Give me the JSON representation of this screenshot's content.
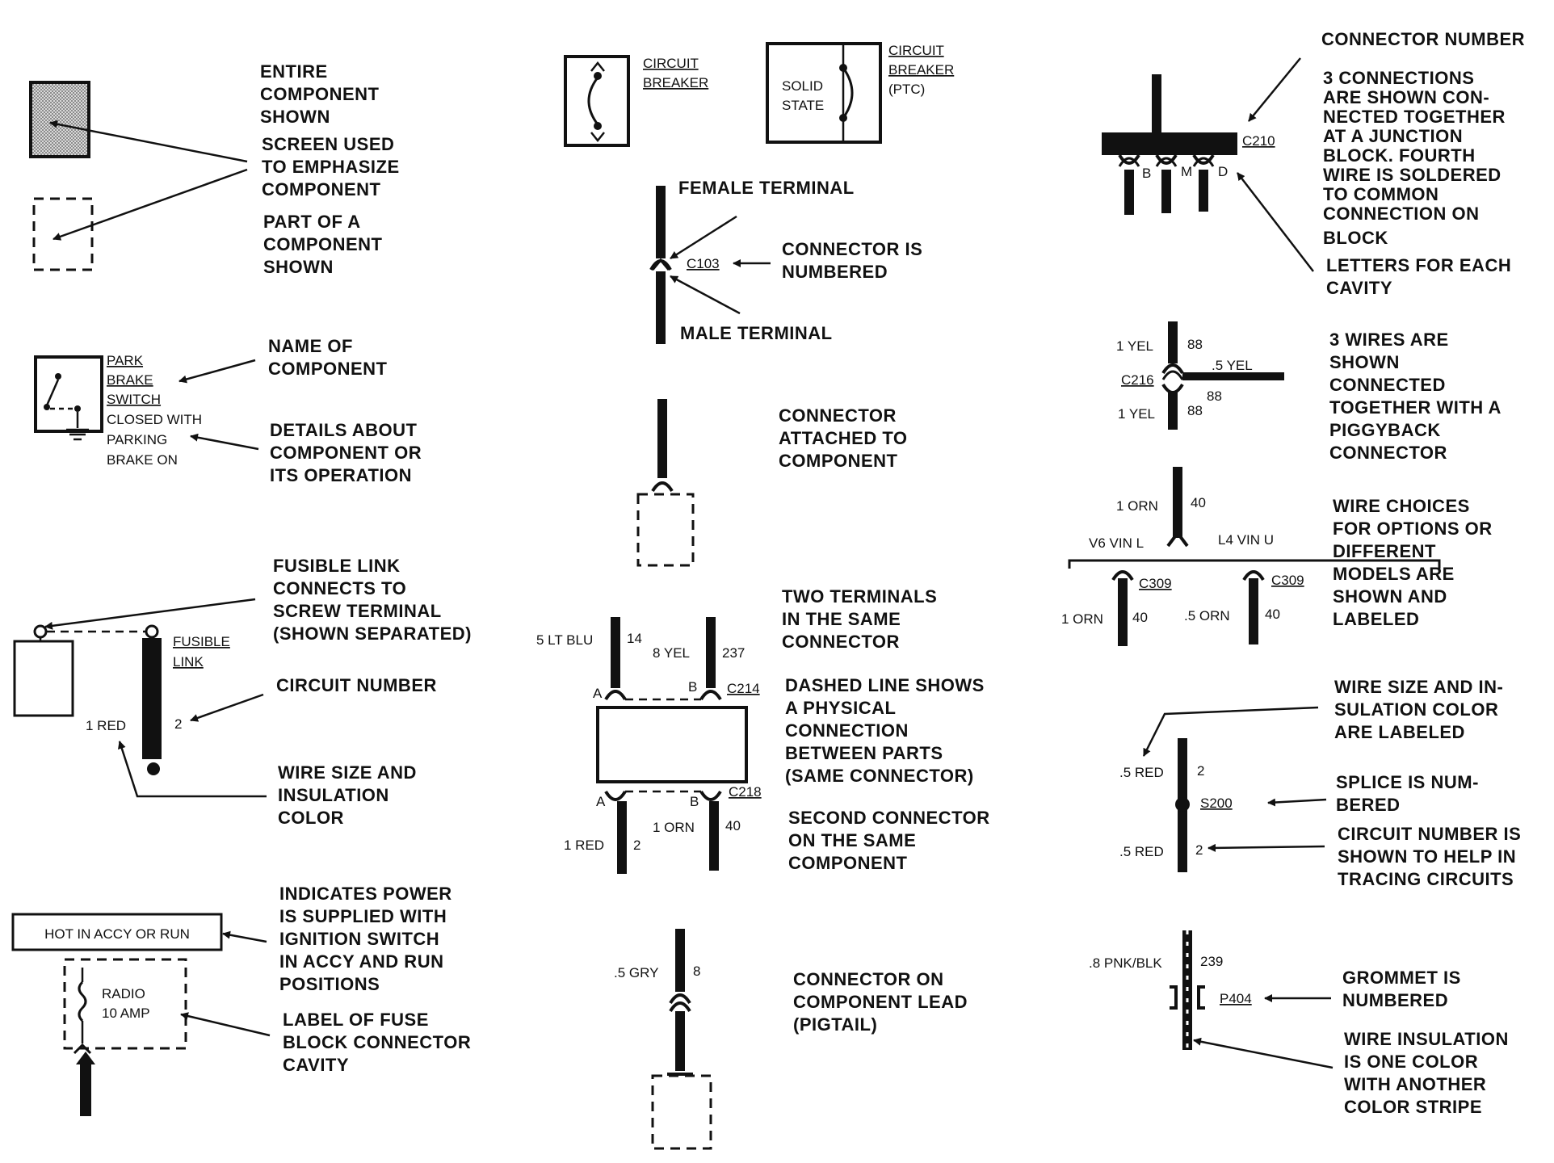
{
  "captions": {
    "entire_component": [
      "ENTIRE",
      "COMPONENT",
      "SHOWN"
    ],
    "screen_used": [
      "SCREEN USED",
      "TO EMPHASIZE",
      "COMPONENT"
    ],
    "part_of_component": [
      "PART OF A",
      "COMPONENT",
      "SHOWN"
    ],
    "name_of_component": [
      "NAME OF",
      "COMPONENT"
    ],
    "details_about": [
      "DETAILS ABOUT",
      "COMPONENT OR",
      "ITS OPERATION"
    ],
    "fusible_link_connects": [
      "FUSIBLE LINK",
      "CONNECTS TO",
      "SCREW TERMINAL",
      "(SHOWN SEPARATED)"
    ],
    "circuit_number": [
      "CIRCUIT NUMBER"
    ],
    "wire_size_insulation": [
      "WIRE SIZE AND",
      "INSULATION",
      "COLOR"
    ],
    "indicates_power": [
      "INDICATES POWER",
      "IS SUPPLIED WITH",
      "IGNITION SWITCH",
      "IN ACCY AND RUN",
      "POSITIONS"
    ],
    "label_of_fuse": [
      "LABEL OF FUSE",
      "BLOCK CONNECTOR",
      "CAVITY"
    ],
    "female_terminal": [
      "FEMALE TERMINAL"
    ],
    "connector_numbered": [
      "CONNECTOR IS",
      "NUMBERED"
    ],
    "male_terminal": [
      "MALE TERMINAL"
    ],
    "connector_attached": [
      "CONNECTOR",
      "ATTACHED TO",
      "COMPONENT"
    ],
    "two_terminals": [
      "TWO TERMINALS",
      "IN THE SAME",
      "CONNECTOR"
    ],
    "dashed_line": [
      "DASHED LINE SHOWS",
      "A PHYSICAL",
      "CONNECTION",
      "BETWEEN PARTS",
      "(SAME CONNECTOR)"
    ],
    "second_connector": [
      "SECOND CONNECTOR",
      "ON THE SAME",
      "COMPONENT"
    ],
    "connector_on_lead": [
      "CONNECTOR ON",
      "COMPONENT LEAD",
      "(PIGTAIL)"
    ],
    "connector_number": [
      "CONNECTOR NUMBER"
    ],
    "three_connections": [
      "3 CONNECTIONS",
      "ARE SHOWN CON-",
      "NECTED TOGETHER",
      "AT A JUNCTION",
      "BLOCK. FOURTH",
      "WIRE IS SOLDERED",
      "TO COMMON",
      "CONNECTION ON",
      "BLOCK"
    ],
    "letters_for_cavity": [
      "LETTERS FOR EACH",
      "CAVITY"
    ],
    "three_wires": [
      "3 WIRES ARE",
      "SHOWN",
      "CONNECTED",
      "TOGETHER WITH A",
      "PIGGYBACK",
      "CONNECTOR"
    ],
    "wire_choices": [
      "WIRE CHOICES",
      "FOR OPTIONS OR",
      "DIFFERENT",
      "MODELS ARE",
      "SHOWN AND",
      "LABELED"
    ],
    "wire_size_labeled": [
      "WIRE SIZE AND IN-",
      "SULATION COLOR",
      "ARE LABELED"
    ],
    "splice_numbered": [
      "SPLICE IS  NUM-",
      "BERED"
    ],
    "circuit_number_shown": [
      "CIRCUIT NUMBER IS",
      "SHOWN TO HELP IN",
      "TRACING CIRCUITS"
    ],
    "grommet_numbered": [
      "GROMMET IS",
      "NUMBERED"
    ],
    "wire_insulation": [
      "WIRE INSULATION",
      "IS ONE COLOR",
      "WITH ANOTHER",
      "COLOR STRIPE"
    ]
  },
  "labels": {
    "park_brake_switch": [
      "PARK",
      "BRAKE",
      "SWITCH"
    ],
    "closed_with": [
      "CLOSED WITH",
      "PARKING",
      "BRAKE ON"
    ],
    "fusible_link": [
      "FUSIBLE",
      "LINK"
    ],
    "one_red": "1 RED",
    "two": "2",
    "hot_in_accy": "HOT IN ACCY OR RUN",
    "radio": "RADIO",
    "ten_amp": "10 AMP",
    "circuit_breaker": [
      "CIRCUIT",
      "BREAKER"
    ],
    "solid_state": [
      "SOLID",
      "STATE"
    ],
    "circuit_breaker_ptc": [
      "CIRCUIT",
      "BREAKER",
      "(PTC)"
    ],
    "c103": "C103",
    "five_lt_blu": "5 LT BLU",
    "fourteen": "14",
    "eight_yel": "8 YEL",
    "two_three_seven": "237",
    "a": "A",
    "b": "B",
    "c214": "C214",
    "c218": "C218",
    "one_orn": "1 ORN",
    "forty": "40",
    "five_gry": ".5 GRY",
    "eight": "8",
    "c210": "C210",
    "cavity_b": "B",
    "cavity_m": "M",
    "cavity_d": "D",
    "one_yel": "1 YEL",
    "eighty_eight": "88",
    "half_yel": ".5 YEL",
    "c216": "C216",
    "v6_vin_l": "V6 VIN L",
    "l4_vin_u": "L4 VIN U",
    "c309": "C309",
    "half_orn": ".5 ORN",
    "half_red": ".5 RED",
    "s200": "S200",
    "eight_pnk_blk": ".8 PNK/BLK",
    "two_three_nine": "239",
    "p404": "P404"
  }
}
